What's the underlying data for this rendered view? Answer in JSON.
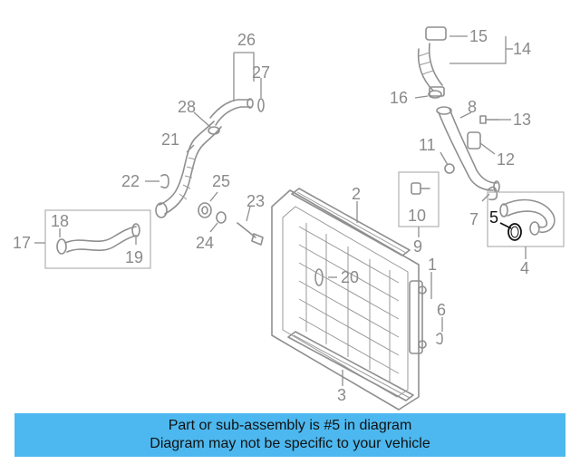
{
  "diagram": {
    "callouts": {
      "c1": "1",
      "c2": "2",
      "c3": "3",
      "c4": "4",
      "c5": "5",
      "c6": "6",
      "c7": "7",
      "c8": "8",
      "c9": "9",
      "c10": "10",
      "c11": "11",
      "c12": "12",
      "c13": "13",
      "c14": "14",
      "c15": "15",
      "c16": "16",
      "c17": "17",
      "c18": "18",
      "c19": "19",
      "c20": "20",
      "c21": "21",
      "c22": "22",
      "c23": "23",
      "c24": "24",
      "c25": "25",
      "c26": "26",
      "c27": "27",
      "c28": "28"
    },
    "highlighted_callout": "5",
    "highlight_color": "#111111",
    "line_color": "#8f8f8f"
  },
  "banner": {
    "line1": "Part or sub-assembly is #5 in diagram",
    "line2": "Diagram may not be specific to your vehicle",
    "background": "#4db8ef"
  }
}
